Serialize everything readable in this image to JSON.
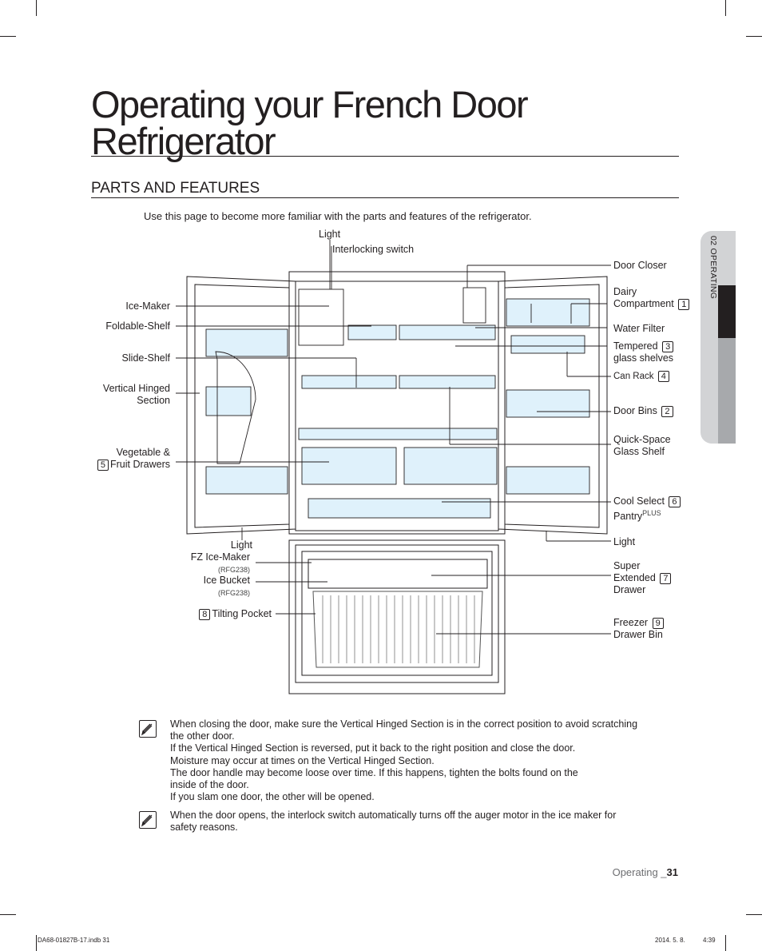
{
  "title": {
    "line1": "Operating your French Door",
    "line2": "Refrigerator"
  },
  "section_heading": "PARTS AND FEATURES",
  "intro": "Use this page to become more familiar with the parts and features of the refrigerator.",
  "side_tab": {
    "label": "02 OPERATING"
  },
  "left_labels": [
    {
      "text": "Ice-Maker"
    },
    {
      "text": "Foldable-Shelf"
    },
    {
      "text": "Slide-Shelf"
    },
    {
      "text": "Vertical Hinged",
      "text2": "Section"
    },
    {
      "text": "Vegetable &",
      "text2": "Fruit Drawers",
      "badge": "5"
    }
  ],
  "top_labels": {
    "light": "Light",
    "interlocking": "Interlocking switch"
  },
  "right_labels": [
    {
      "text": "Door Closer"
    },
    {
      "text": "Dairy",
      "text2": "Compartment",
      "badge": "1"
    },
    {
      "text": "Water Filter"
    },
    {
      "text": "Tempered",
      "text2": "glass shelves",
      "badge": "3"
    },
    {
      "text": "Can Rack",
      "badge": "4"
    },
    {
      "text": "Door Bins",
      "badge": "2"
    },
    {
      "text": "Quick-Space",
      "text2": "Glass Shelf"
    },
    {
      "text": "Cool Select",
      "text2": "Pantry",
      "sup": "PLUS",
      "badge": "6"
    },
    {
      "text": "Light"
    },
    {
      "text": "Super",
      "text2": "Extended",
      "text3": "Drawer",
      "badge": "7"
    },
    {
      "text": "Freezer",
      "text2": "Drawer Bin",
      "badge": "9"
    }
  ],
  "bottom_left_labels": {
    "light": "Light",
    "fz_icemaker": "FZ Ice-Maker",
    "fz_model": "(RFG238)",
    "ice_bucket": "Ice Bucket",
    "bucket_model": "(RFG238)",
    "tilting": "Tilting Pocket",
    "tilting_badge": "8"
  },
  "notes": [
    {
      "lines": [
        "When closing the door, make sure the Vertical Hinged Section is in the correct position to avoid scratching",
        "the other door.",
        "If the Vertical Hinged Section is reversed, put it back to the right position and close the door.",
        "Moisture may occur at times on the Vertical Hinged Section.",
        "The door handle may become loose over time. If this happens, tighten the bolts found on the",
        "inside of the door.",
        "If you slam one door, the other will be opened."
      ]
    },
    {
      "lines": [
        "When the door opens, the interlock switch automatically turns off the auger motor in the ice maker for",
        "safety reasons."
      ]
    }
  ],
  "footer": {
    "prefix": "Operating _",
    "page": "31"
  },
  "slug": {
    "file": "DA68-01827B-17.indb   31",
    "date": "2014. 5. 8.",
    "time": "4:39"
  }
}
